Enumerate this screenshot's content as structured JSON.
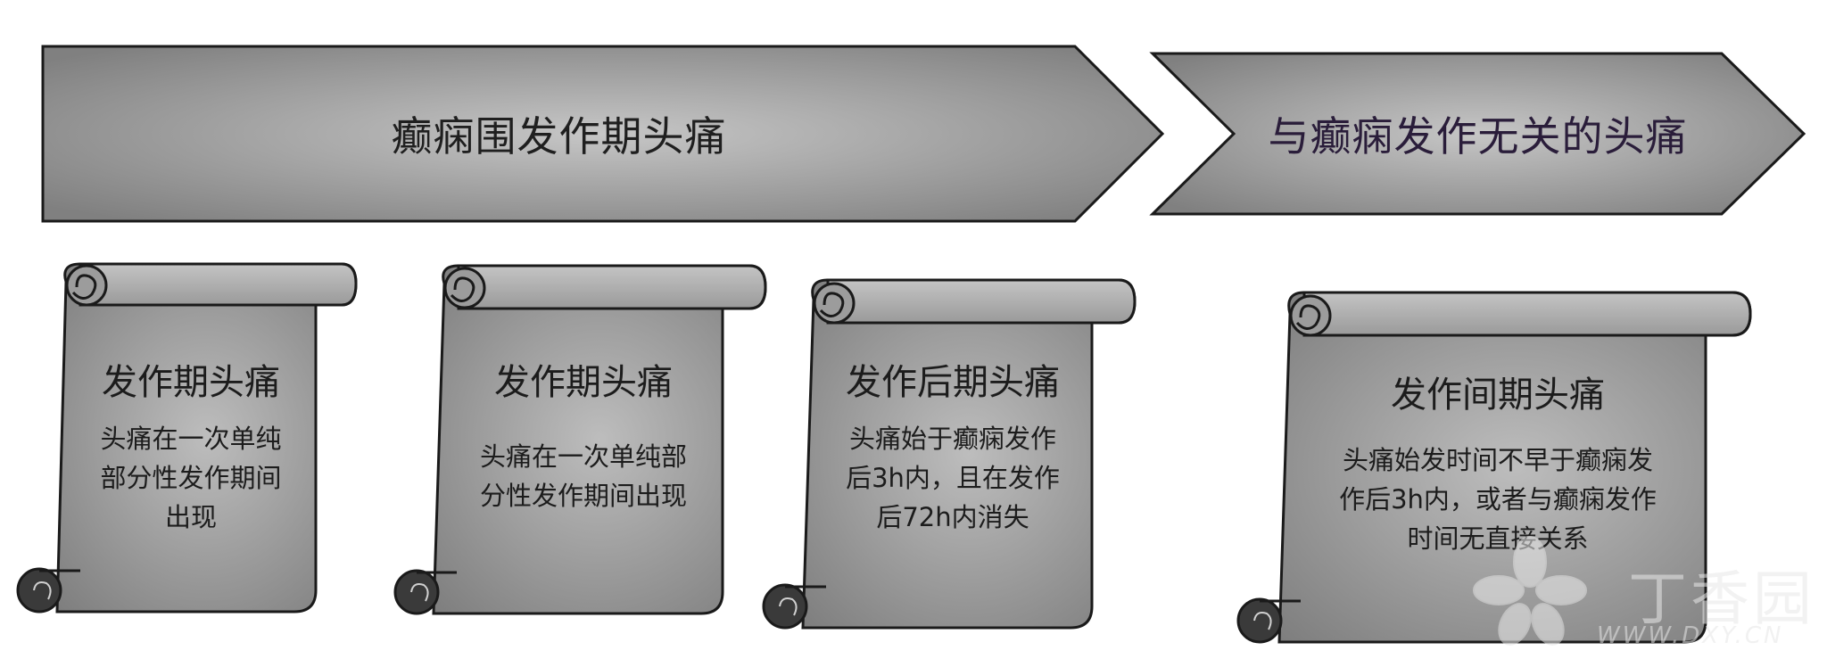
{
  "arrows": [
    {
      "label": "癫痫围发作期头痛"
    },
    {
      "label": "与癫痫发作无关的头痛"
    }
  ],
  "scrolls": [
    {
      "title": "发作期头痛",
      "lines": [
        "头痛在一次单纯",
        "部分性发作期间",
        "出现"
      ]
    },
    {
      "title": "发作期头痛",
      "lines": [
        "头痛在一次单纯部",
        "分性发作期间出现"
      ]
    },
    {
      "title": "发作后期头痛",
      "lines": [
        "头痛始于癫痫发作",
        "后3h内，且在发作",
        "后72h内消失"
      ]
    },
    {
      "title": "发作间期头痛",
      "lines": [
        "头痛始发时间不早于癫痫发",
        "作后3h内，或者与癫痫发作",
        "时间无直接关系"
      ]
    }
  ],
  "watermark": {
    "text_cn": "丁香园",
    "text_en": "WWW.DXY.CN"
  },
  "colors": {
    "shape_fill_light": "#b4b4b4",
    "shape_fill_dark": "#808080",
    "outline": "#1a1a1a",
    "curl_fill": "#3a3a3a"
  }
}
